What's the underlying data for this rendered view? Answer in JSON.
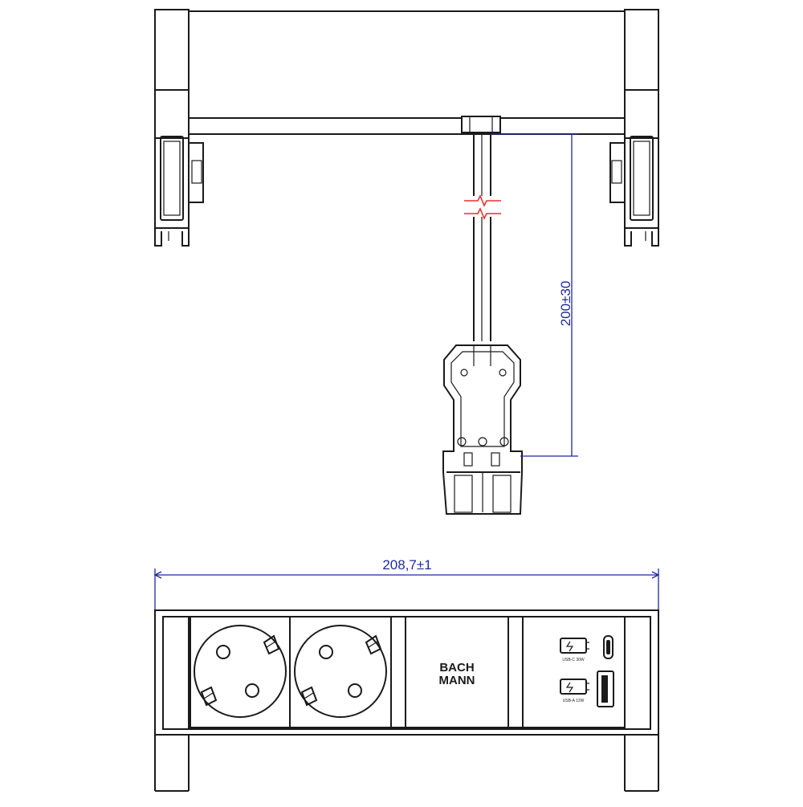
{
  "dimensions": {
    "cable_length": "200±30",
    "overall_width": "208,7±1"
  },
  "brand": {
    "line1": "BACH",
    "line2": "MANN"
  },
  "usb_labels": {
    "usb_c": "USB-C 30W",
    "usb_a": "USB-A 12W"
  },
  "colors": {
    "dimension": "#1f2a9c",
    "cable_break": "#e8302c",
    "outline": "#1a1a1a"
  },
  "icons": [
    "power-socket-icon",
    "usb-charge-icon",
    "usb-c-port-icon",
    "usb-a-port-icon",
    "brand-logo"
  ]
}
